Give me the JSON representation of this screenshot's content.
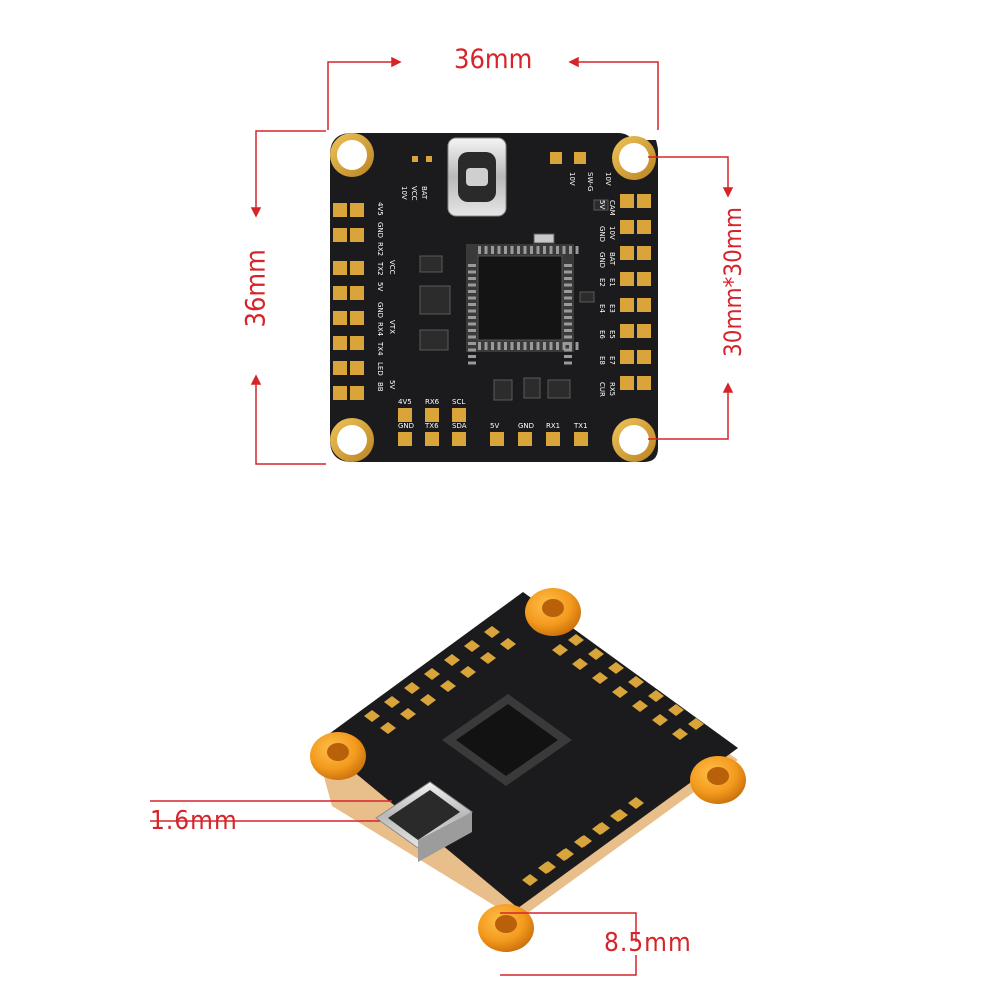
{
  "top_view": {
    "width_label": "36mm",
    "height_label": "36mm",
    "mount_label": "30mm*30mm",
    "silk_left": [
      "4V5",
      "GND",
      "RX2",
      "TX2",
      "5V",
      "GND",
      "RX4",
      "TX4",
      "LED",
      "BB"
    ],
    "silk_top": [
      "10V",
      "SW-G",
      "10V"
    ],
    "silk_right": [
      "5V",
      "CAM",
      "GND",
      "10V",
      "GND",
      "BAT",
      "E2",
      "E1",
      "E4",
      "E3",
      "E6",
      "E5",
      "E8",
      "E7",
      "CUR",
      "RX5"
    ],
    "silk_bottom": [
      "4V5",
      "RX6",
      "SCL",
      "GND",
      "TX6",
      "SDA",
      "5V",
      "GND",
      "RX1",
      "TX1"
    ],
    "silk_vcc": [
      "10V",
      "VCC",
      "BAT"
    ],
    "silk_side": [
      "VCC",
      "VTX",
      "5V"
    ]
  },
  "side_view": {
    "thickness_label": "1.6mm",
    "height_label": "8.5mm"
  },
  "colors": {
    "dimension": "#d6242a",
    "pcb": "#1b1b1d",
    "pad": "#d9a53a",
    "grommet": "#f39a1e"
  }
}
